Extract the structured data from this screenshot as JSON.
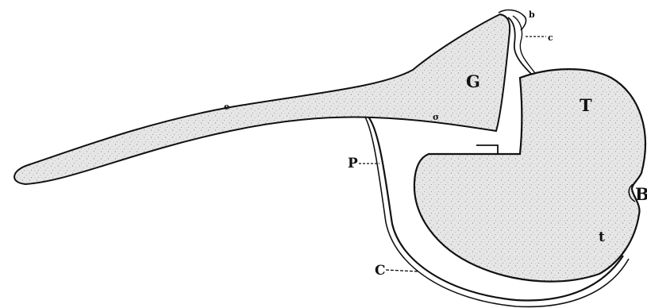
{
  "colors": {
    "ink": "#111111",
    "fill": "#e4e4e4",
    "background": "#ffffff"
  },
  "labels": {
    "b": "b",
    "c_top": "c",
    "G": "G",
    "T": "T",
    "e": "e",
    "sigma": "σ",
    "P": "P",
    "B": "B",
    "t": "t",
    "C": "C"
  }
}
